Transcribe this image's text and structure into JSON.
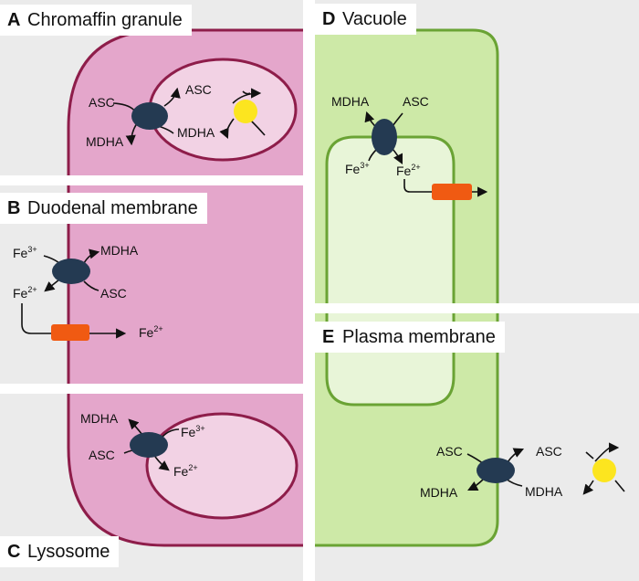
{
  "colors": {
    "background": "#ebebeb",
    "cell_pink": "#e4a6cb",
    "cell_pink_border": "#8e1d4a",
    "vesicle_pink": "#f2d2e4",
    "cell_green": "#cde9a7",
    "cell_green_border": "#6aa334",
    "vacuole_green": "#e8f5d8",
    "transporter": "#243a52",
    "iron_transporter": "#f05a12",
    "enzyme_yellow": "#fce51f"
  },
  "panels": [
    {
      "letter": "A",
      "title": "Chromaffin granule"
    },
    {
      "letter": "B",
      "title": "Duodenal membrane"
    },
    {
      "letter": "C",
      "title": "Lysosome"
    },
    {
      "letter": "D",
      "title": "Vacuole"
    },
    {
      "letter": "E",
      "title": "Plasma membrane"
    }
  ],
  "labels": {
    "a_asc_out": "ASC",
    "a_mdha_out": "MDHA",
    "a_asc_in": "ASC",
    "a_mdha_in": "MDHA",
    "b_fe3": "Fe",
    "b_fe3_sup": "3+",
    "b_mdha": "MDHA",
    "b_fe2": "Fe",
    "b_fe2_sup": "2+",
    "b_asc": "ASC",
    "b_fe2_out": "Fe",
    "b_fe2_out_sup": "2+",
    "c_mdha": "MDHA",
    "c_asc": "ASC",
    "c_fe3": "Fe",
    "c_fe3_sup": "3+",
    "c_fe2": "Fe",
    "c_fe2_sup": "2+",
    "d_mdha": "MDHA",
    "d_asc": "ASC",
    "d_fe3": "Fe",
    "d_fe3_sup": "3+",
    "d_fe2": "Fe",
    "d_fe2_sup": "2+",
    "e_asc_in": "ASC",
    "e_mdha_in": "MDHA",
    "e_asc_out": "ASC",
    "e_mdha_out": "MDHA"
  }
}
